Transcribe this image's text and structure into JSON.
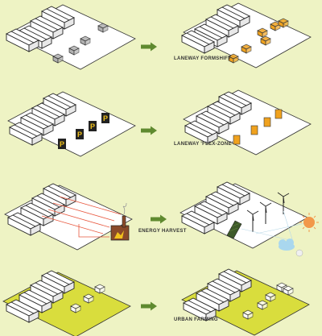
{
  "rows": [
    {
      "label": "LANEWAY FORMSHIFT"
    },
    {
      "label": "LANEWAY 'FLEX-ZONE'"
    },
    {
      "label": "ENERGY HARVEST"
    },
    {
      "label": "URBAN FARMING"
    }
  ],
  "colors": {
    "background": "#eef3c4",
    "arrow": "#5f8a2f",
    "garage": "#b0b0b0",
    "orange": "#f0a21e",
    "sign": "#f2c21c",
    "farm": "#d9dd3d",
    "energy_line": "#e8583f",
    "factory": "#8a4a2a",
    "sun": "#f2984a",
    "cloud": "#a9d7ee"
  },
  "icons": [
    "arrow-right-icon",
    "parking-sign-icon",
    "factory-icon",
    "wind-turbine-icon",
    "solar-panel-icon",
    "sun-icon",
    "cloud-icon"
  ]
}
